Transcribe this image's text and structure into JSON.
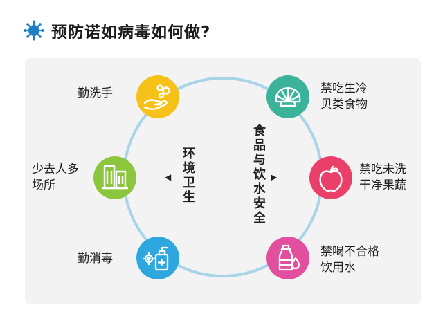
{
  "title": "预防诺如病毒如何做?",
  "colors": {
    "ring": "#a8d4ea",
    "wash": "#f6c21a",
    "crowd": "#8cc63f",
    "disinfect": "#2ea7df",
    "seafood": "#3bb39b",
    "fruit": "#ea3f69",
    "water": "#e24f9e"
  },
  "left_group": "环境卫生",
  "right_group": "食品与饮水安全",
  "items": {
    "wash_hands": {
      "icon": "hand-wash-icon",
      "lines": [
        "勤洗手"
      ]
    },
    "crowd": {
      "icon": "building-icon",
      "lines": [
        "少去人多",
        "场所"
      ]
    },
    "disinfect": {
      "icon": "sanitizer-bottle-icon",
      "lines": [
        "勤消毒"
      ]
    },
    "seafood": {
      "icon": "shell-icon",
      "lines": [
        "禁吃生冷",
        "贝类食物"
      ]
    },
    "fruit": {
      "icon": "apple-icon",
      "lines": [
        "禁吃未洗",
        "干净果蔬"
      ]
    },
    "water": {
      "icon": "water-bottle-icon",
      "lines": [
        "禁喝不合格",
        "饮用水"
      ]
    }
  }
}
